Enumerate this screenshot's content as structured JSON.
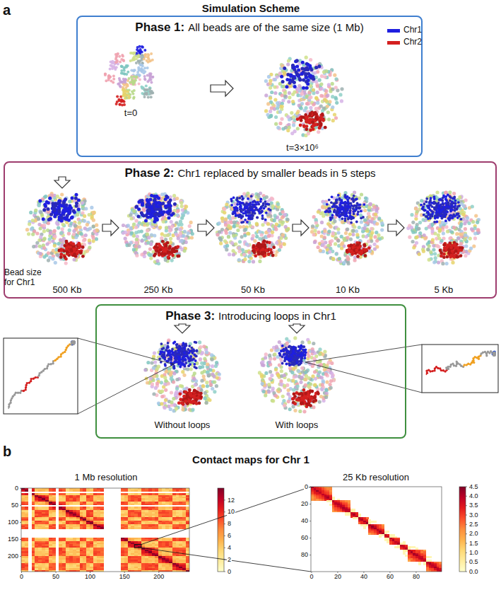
{
  "diagram": {
    "nodes": [
      {
        "text": [
          "Phase 1:",
          "All beads are of the same size (1 Mb)"
        ]
      },
      {
        "text": [
          "Phase 2:",
          "Chr1 replaced by smaller beads in 5 steps"
        ]
      },
      {
        "text": [
          "Phase 3:",
          "Introducing loops in Chr1"
        ]
      }
    ],
    "labels": [
      "a",
      "Simulation Scheme",
      "t=0",
      "t=3×10⁶",
      "Bead size for Chr1",
      "500 Kb",
      "250 Kb",
      "50 Kb",
      "10 Kb",
      "5 Kb",
      "Without loops",
      "With loops",
      "b",
      "Contact maps for Chr 1",
      "1 Mb resolution",
      "25 Kb resolution",
      "0",
      "50",
      "100",
      "150",
      "200",
      "0",
      "50",
      "100",
      "150",
      "200",
      "0",
      "2",
      "4",
      "6",
      "8",
      "10",
      "12",
      "0",
      "20",
      "40",
      "60",
      "80",
      "0",
      "20",
      "40",
      "60",
      "80",
      "0.0",
      "0.5",
      "1.0",
      "1.5",
      "2.0",
      "2.5",
      "3.0",
      "3.5",
      "4.0",
      "4.5"
    ],
    "legend": [
      {
        "text": "Chr1",
        "color": "#1f1fe0"
      },
      {
        "text": "Chr2",
        "color": "#d42020"
      }
    ]
  }
}
